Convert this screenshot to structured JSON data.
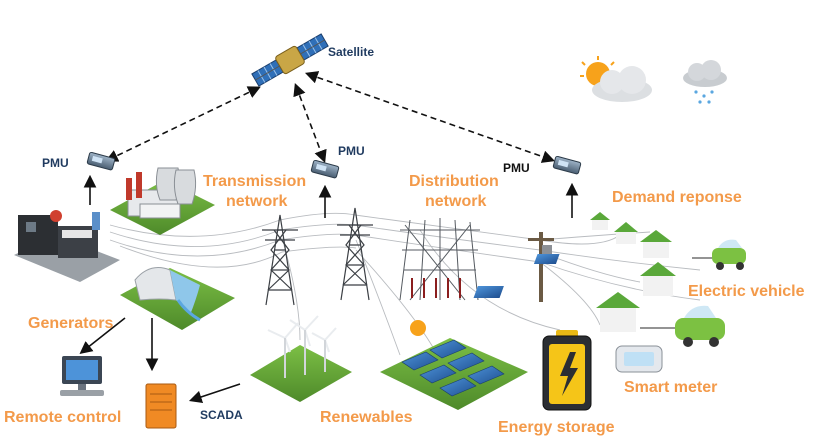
{
  "labels": {
    "satellite": "Satellite",
    "pmu_left": "PMU",
    "pmu_center": "PMU",
    "pmu_right": "PMU",
    "transmission_line1": "Transmission",
    "transmission_line2": "network",
    "distribution_line1": "Distribution",
    "distribution_line2": "network",
    "demand_response": "Demand reponse",
    "electric_vehicle": "Electric vehicle",
    "generators": "Generators",
    "smart_meter": "Smart meter",
    "remote_control": "Remote control",
    "scada": "SCADA",
    "renewables": "Renewables",
    "energy_storage": "Energy storage"
  },
  "colors": {
    "orange_label": "#f39a4a",
    "navy_label": "#1f3a5f",
    "black_label": "#111111",
    "grass": "#6aa83a",
    "grass_dark": "#4e8a2a",
    "house_roof": "#5aa83a",
    "ev_body": "#7cc142",
    "panel_blue": "#2f6fb8",
    "sun": "#f7a21b",
    "battery_yellow": "#f5c518",
    "scada_orange": "#f08a24"
  },
  "icons": [
    "satellite-icon",
    "pmu-device-icon",
    "sun-cloud-icon",
    "rain-cloud-icon",
    "factory-icon",
    "generator-icon",
    "hydro-dam-icon",
    "transmission-tower-icon",
    "substation-icon",
    "wind-turbine-icon",
    "solar-panel-icon",
    "battery-icon",
    "house-icon",
    "ev-car-icon",
    "smart-meter-icon",
    "computer-icon",
    "server-icon"
  ]
}
